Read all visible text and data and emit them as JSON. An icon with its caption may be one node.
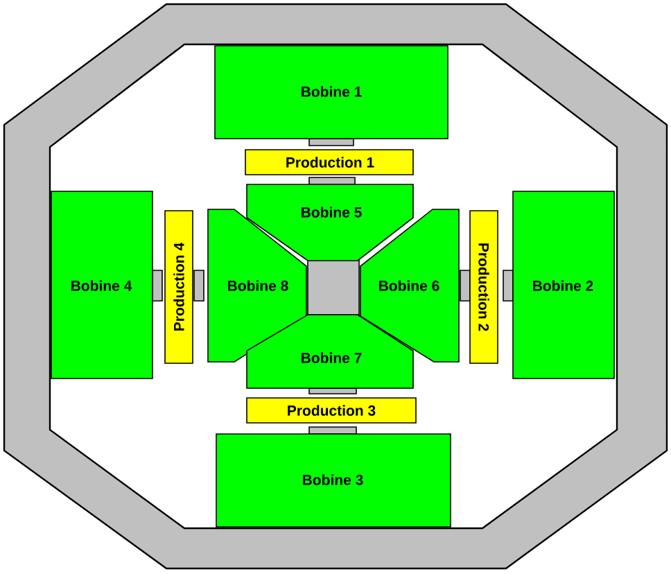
{
  "diagram": {
    "nodes": [
      {
        "text": [
          "Bobine 1"
        ]
      },
      {
        "text": [
          "Production 1"
        ]
      },
      {
        "text": [
          "Bobine 5"
        ]
      },
      {
        "text": [
          "Bobine 4"
        ]
      },
      {
        "text": [
          "Production 4"
        ]
      },
      {
        "text": [
          "Bobine 8"
        ]
      },
      {
        "text": [
          "Bobine 6"
        ]
      },
      {
        "text": [
          "Production 2"
        ]
      },
      {
        "text": [
          "Bobine 2"
        ]
      },
      {
        "text": [
          "Bobine 7"
        ]
      },
      {
        "text": [
          "Production 3"
        ]
      },
      {
        "text": [
          "Bobine 3"
        ]
      }
    ]
  }
}
